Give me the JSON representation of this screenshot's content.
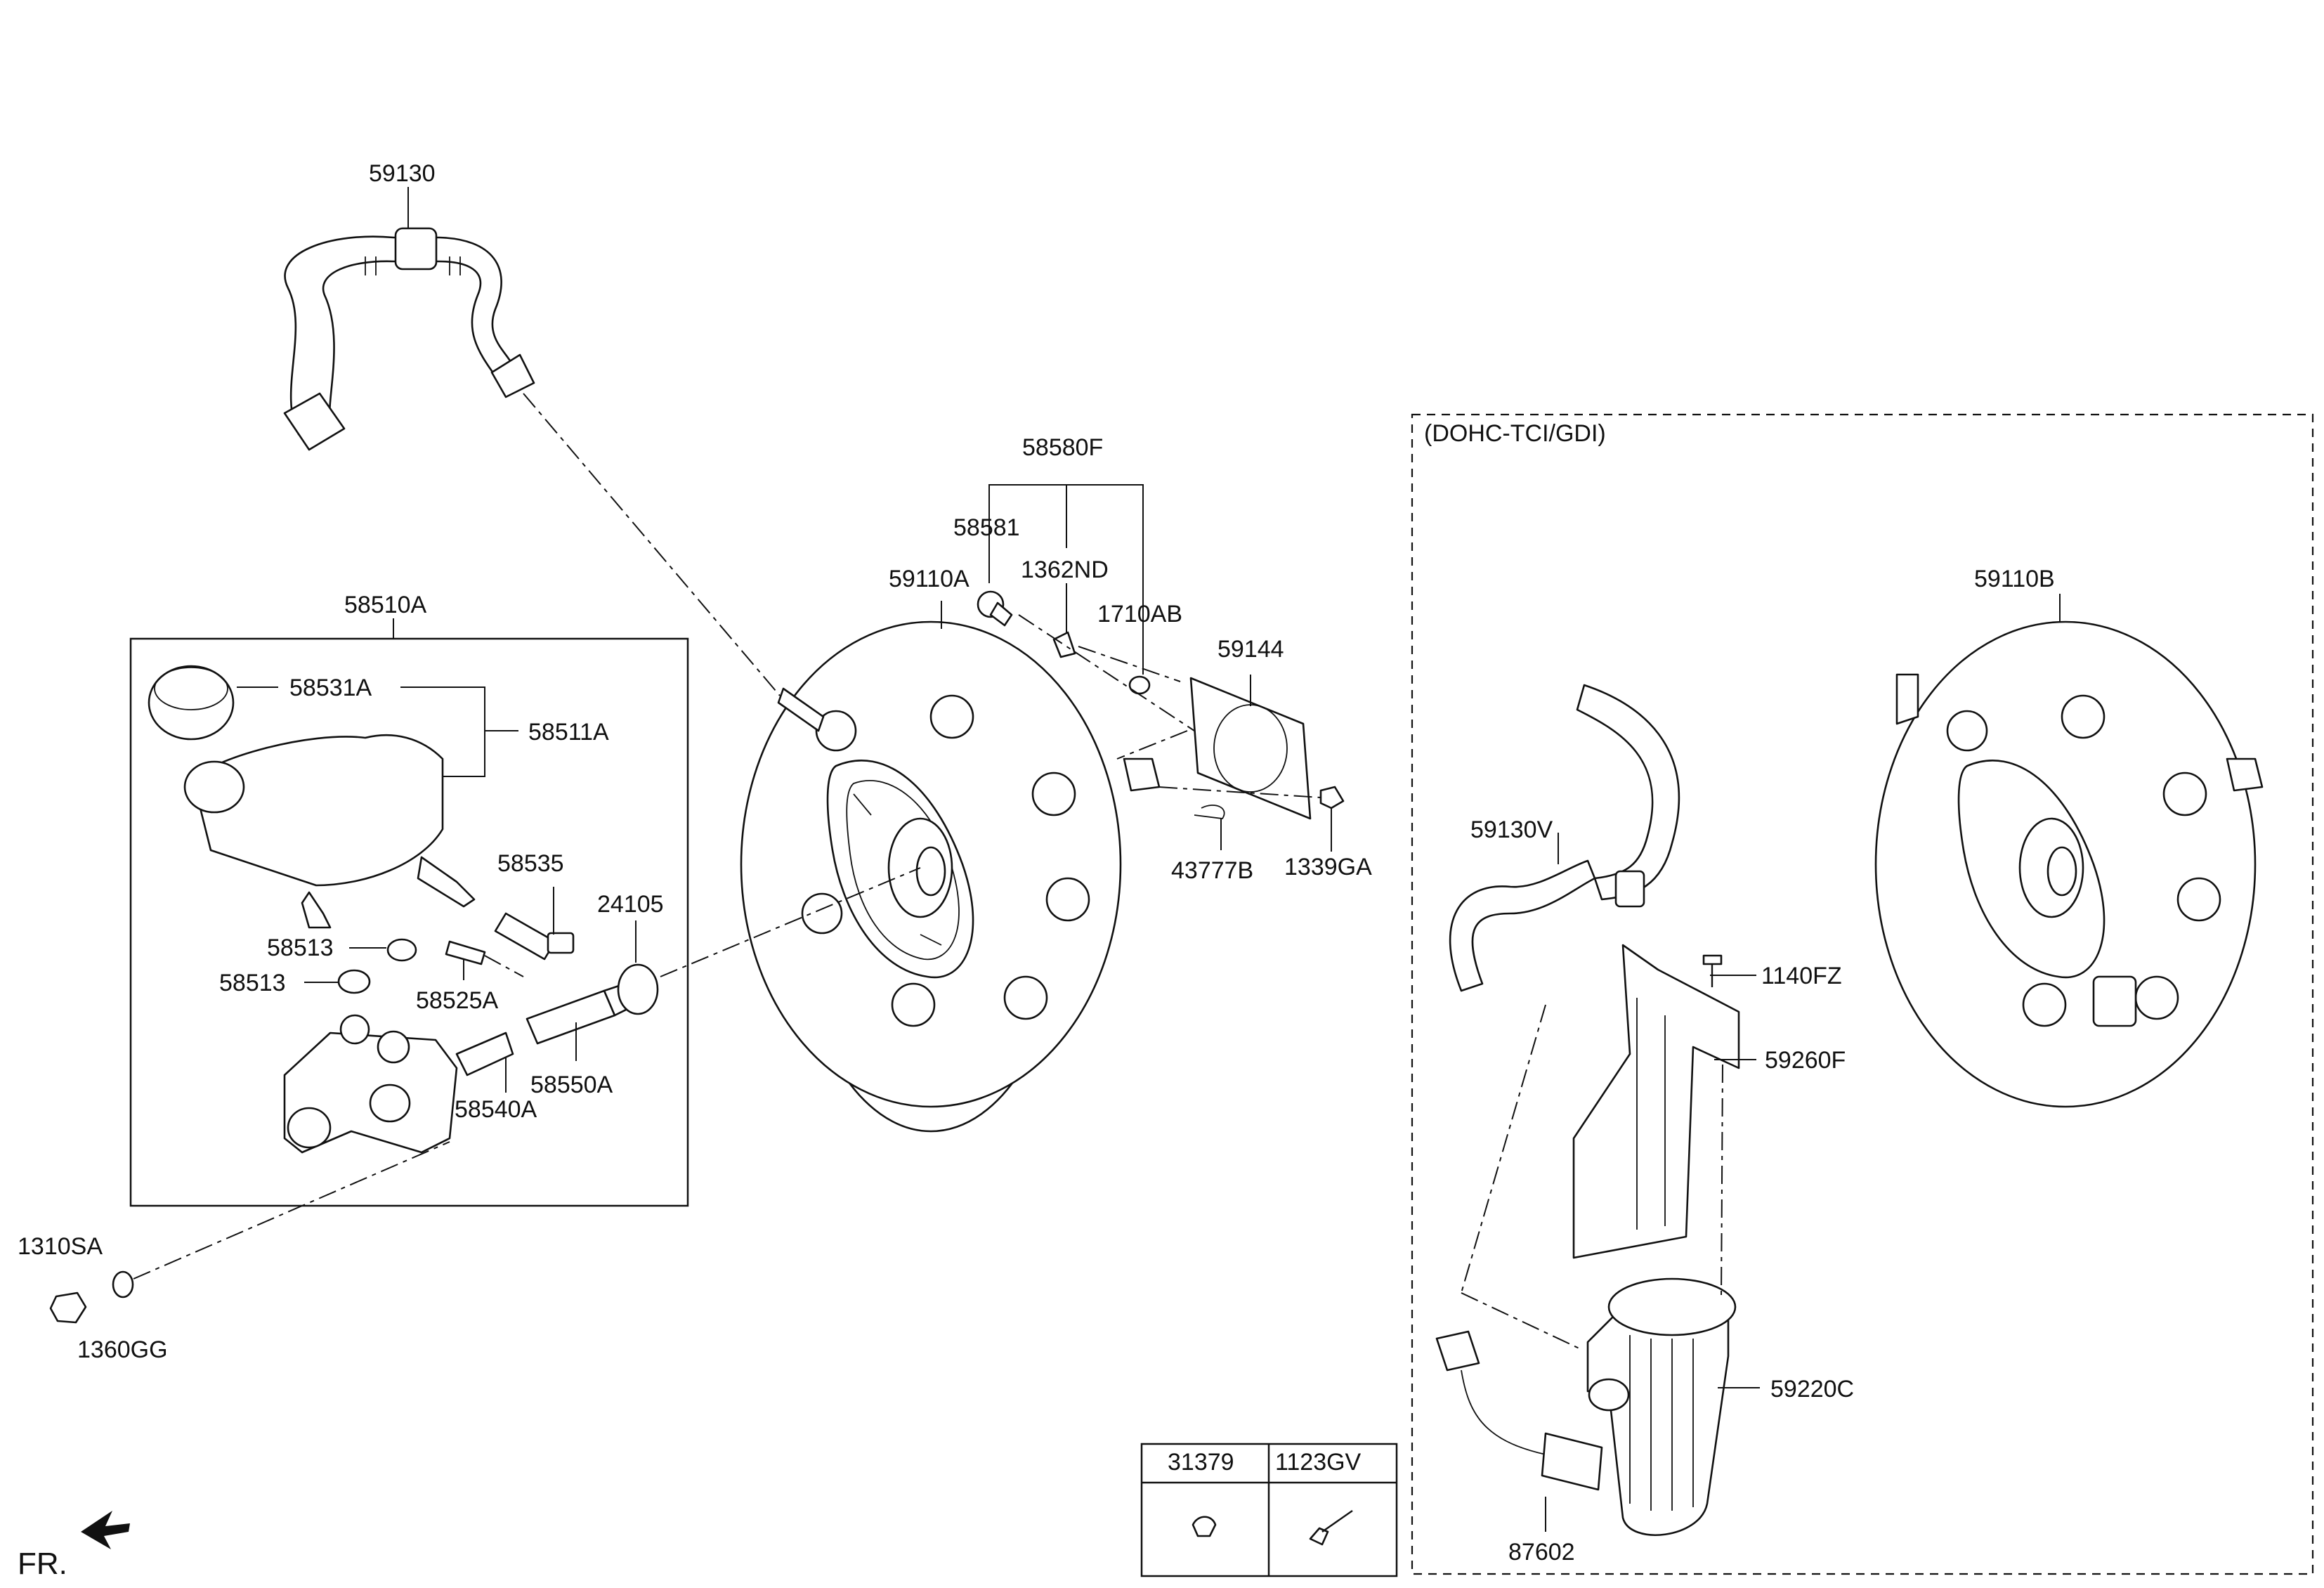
{
  "labels": {
    "p59130": "59130",
    "p58580F": "58580F",
    "p58581": "58581",
    "p1362ND": "1362ND",
    "p59110A": "59110A",
    "p1710AB": "1710AB",
    "p59144": "59144",
    "p43777B": "43777B",
    "p1339GA": "1339GA",
    "p58510A": "58510A",
    "p58531A": "58531A",
    "p58511A": "58511A",
    "p58535": "58535",
    "p24105": "24105",
    "p58513a": "58513",
    "p58513b": "58513",
    "p58525A": "58525A",
    "p58550A": "58550A",
    "p58540A": "58540A",
    "p1310SA": "1310SA",
    "p1360GG": "1360GG",
    "variant": "(DOHC-TCI/GDI)",
    "p59110B": "59110B",
    "p59130V": "59130V",
    "p1140FZ": "1140FZ",
    "p59260F": "59260F",
    "p59220C": "59220C",
    "p87602": "87602",
    "fr": "FR."
  },
  "legend_table": {
    "headers": [
      "31379",
      "1123GV"
    ],
    "icons": [
      "clip-icon",
      "bolt-icon"
    ]
  }
}
